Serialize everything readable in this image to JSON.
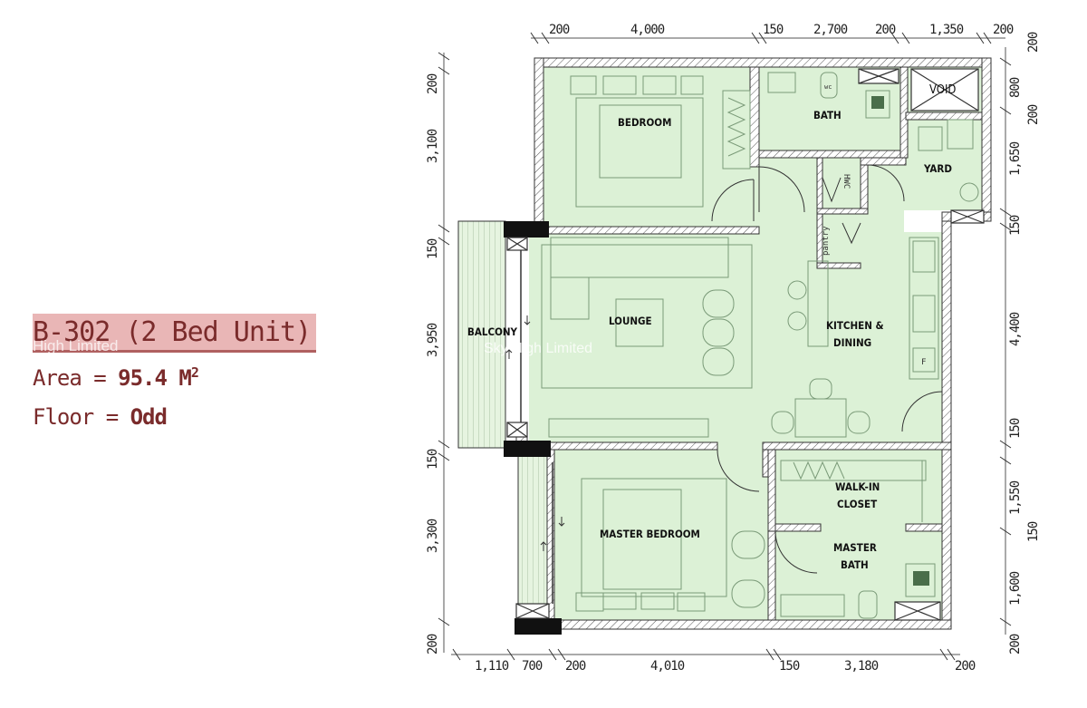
{
  "unit": {
    "title": "B-302 (2 Bed Unit)",
    "area_label": "Area = ",
    "area_value": "95.4 M",
    "area_sup": "2",
    "floor_label": "Floor = ",
    "floor_value": "Odd"
  },
  "watermarks": [
    "High Limited",
    "Sky High Limited"
  ],
  "rooms": {
    "bedroom": "BEDROOM",
    "bath": "BATH",
    "void": "VOID",
    "yard": "YARD",
    "hwc": "HWC",
    "pantry": "pantry",
    "balcony": "BALCONY",
    "lounge": "LOUNGE",
    "kitchen_line1": "KITCHEN &",
    "kitchen_line2": "DINING",
    "walkin_line1": "WALK-IN",
    "walkin_line2": "CLOSET",
    "master_bedroom": "MASTER BEDROOM",
    "master_bath_line1": "MASTER",
    "master_bath_line2": "BATH",
    "fridge": "F",
    "wc": "wc"
  },
  "dimensions": {
    "top": [
      "200",
      "4,000",
      "150",
      "2,700",
      "200",
      "1,350",
      "200"
    ],
    "bottom": [
      "1,110",
      "700",
      "200",
      "4,010",
      "150",
      "3,180",
      "200"
    ],
    "left": [
      "200",
      "3,100",
      "150",
      "3,950",
      "150",
      "3,300",
      "200"
    ],
    "right_inner": [
      "800",
      "1,650",
      "150",
      "4,400",
      "150",
      "1,550",
      "1,600",
      "200"
    ],
    "right_outer": [
      "200",
      "200",
      "150"
    ]
  },
  "colors": {
    "floor_fill": "#dcf1d6",
    "wall_fill": "#ffffff",
    "wall_stroke": "#333333",
    "title_highlight": "#e9b6b6",
    "text_accent": "#7a2b2b"
  }
}
